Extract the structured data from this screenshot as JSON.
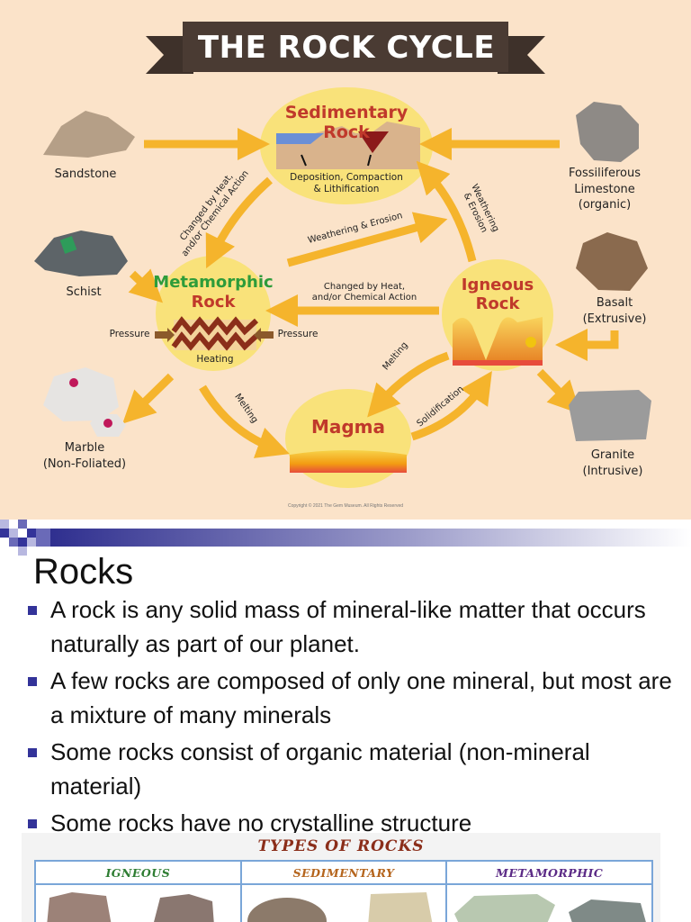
{
  "poster": {
    "title": "THE ROCK CYCLE",
    "nodes": {
      "sedimentary": {
        "title": "Sedimentary Rock",
        "sub1": "Deposition, Compaction",
        "sub2": "& Lithification"
      },
      "metamorphic": {
        "title1": "Metamorphic",
        "title2": "Rock",
        "pressure_left": "Pressure",
        "pressure_right": "Pressure",
        "heating": "Heating"
      },
      "igneous": {
        "title1": "Igneous",
        "title2": "Rock"
      },
      "magma": {
        "title": "Magma"
      }
    },
    "arrows": {
      "changed_left1": "Changed by Heat,",
      "changed_left2": "and/or Chemical Action",
      "weathering_right1": "Weathering",
      "weathering_right2": "& Erosion",
      "weathering_middle": "Weathering & Erosion",
      "changed_middle1": "Changed by Heat,",
      "changed_middle2": "and/or Chemical Action",
      "melting_left": "Melting",
      "melting_right": "Melting",
      "solidification": "Solidification"
    },
    "samples": {
      "sandstone": "Sandstone",
      "schist": "Schist",
      "marble1": "Marble",
      "marble2": "(Non-Foliated)",
      "fossil1": "Fossiliferous",
      "fossil2": "Limestone",
      "fossil3": "(organic)",
      "basalt1": "Basalt",
      "basalt2": "(Extrusive)",
      "granite1": "Granite",
      "granite2": "(Intrusive)"
    },
    "copyright": "Copyright © 2021 The Gem Museum. All Rights Reserved"
  },
  "slide": {
    "heading": "Rocks",
    "bullets": [
      "A rock is any solid mass of mineral-like matter that occurs naturally as part of our planet.",
      "A few rocks are composed of only one mineral, but most are a mixture of many minerals",
      "Some rocks consist of organic material (non-mineral material)",
      "Some rocks have no crystalline structure"
    ]
  },
  "types_of_rocks": {
    "title": "TYPES OF ROCKS",
    "columns": [
      {
        "label": "IGNEOUS",
        "color": "#2e7d32"
      },
      {
        "label": "SEDIMENTARY",
        "color": "#b5651d"
      },
      {
        "label": "METAMORPHIC",
        "color": "#5b2a86"
      }
    ]
  },
  "colors": {
    "poster_bg": "#fbe3c9",
    "arrow": "#f5b42c",
    "node_fill": "#f9e27a",
    "title_red": "#c0392b",
    "metamorphic_green": "#2e9c3a",
    "banner": "#4a3b33",
    "bullet": "#333399"
  }
}
